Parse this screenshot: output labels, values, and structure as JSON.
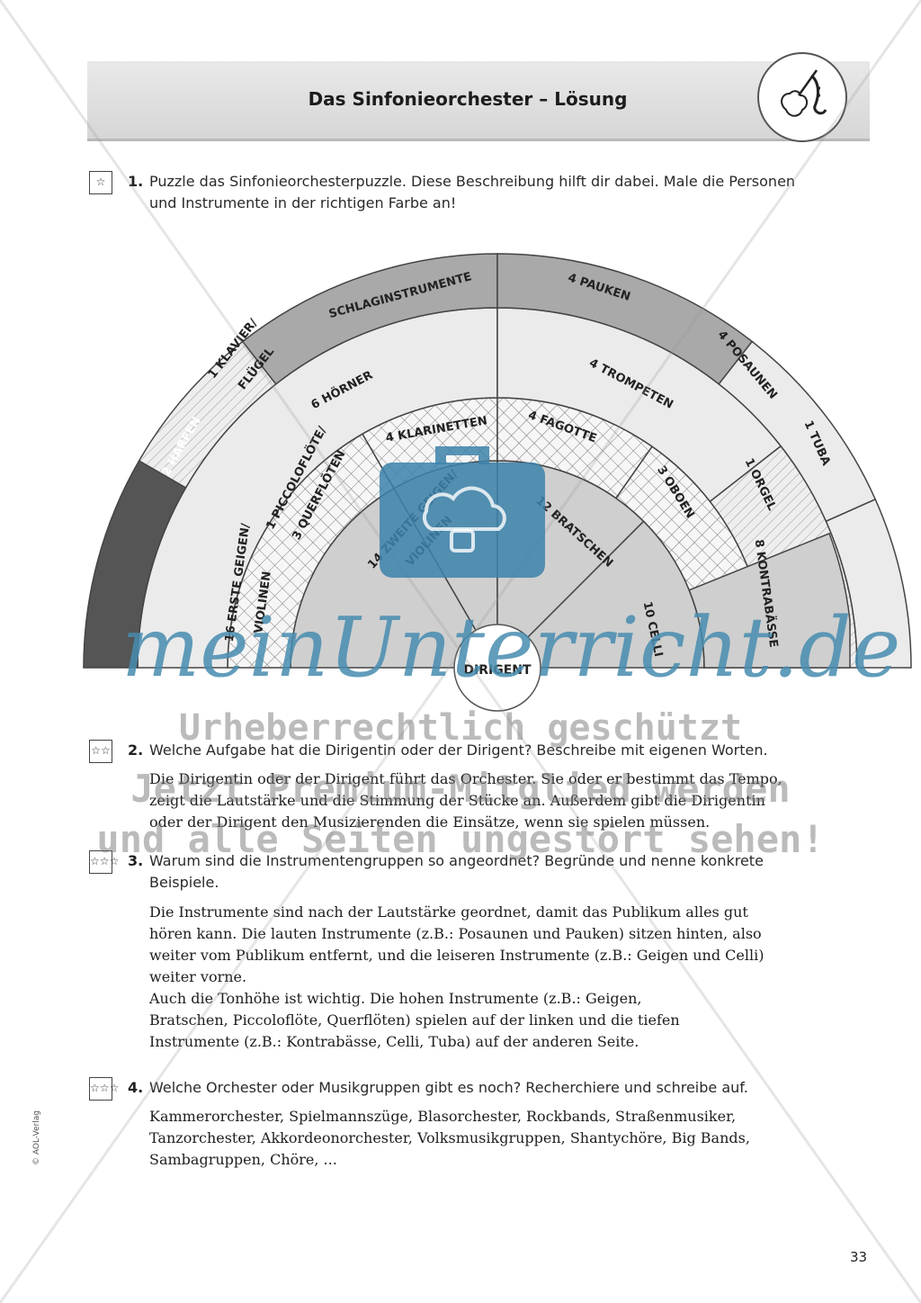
{
  "header": {
    "title": "Das Sinfonieorchester – Lösung",
    "logo_icon": "violin-saxophone-icon"
  },
  "diagram": {
    "segments": [
      "2 HARFEN",
      "1 KLAVIER/",
      "FLÜGEL",
      "SCHLAGINSTRUMENTE",
      "4 PAUKEN",
      "4 POSAUNEN",
      "1 TUBA",
      "6 HÖRNER",
      "4 TROMPETEN",
      "1 ORGEL",
      "1 PICCOLOFLÖTE/",
      "3 QUERFLÖTEN",
      "4 KLARINETTEN",
      "4 FAGOTTE",
      "3 OBOEN",
      "16 ERSTE GEIGEN/",
      "VIOLINEN",
      "14 ZWEITE GEIGEN/",
      "VIOLINEN",
      "12 BRATSCHEN",
      "10 CELLI",
      "8 KONTRABÄSSE",
      "DIRIGENT"
    ]
  },
  "tasks": [
    {
      "number": "1.",
      "icon": "one-star-icon",
      "icon_glyph": "☆",
      "question": [
        "Puzzle das Sinfonieorchesterpuzzle. Diese Beschreibung hilft dir dabei. Male die Personen",
        "und Instrumente in der richtigen Farbe an!"
      ],
      "answer": []
    },
    {
      "number": "2.",
      "icon": "two-stars-icon",
      "icon_glyph": "☆☆",
      "question": [
        "Welche Aufgabe hat die Dirigentin oder der Dirigent? Beschreibe mit eigenen Worten."
      ],
      "answer": [
        "Die Dirigentin oder der Dirigent führt das Orchester. Sie oder er bestimmt das Tempo,",
        "zeigt die Lautstärke und die Stimmung der Stücke an. Außerdem gibt die Dirigentin",
        "oder der Dirigent den Musizierenden die Einsätze, wenn sie spielen müssen."
      ]
    },
    {
      "number": "3.",
      "icon": "three-stars-icon",
      "icon_glyph": "☆☆☆",
      "question": [
        "Warum sind die Instrumentengruppen so angeordnet? Begründe und nenne konkrete",
        "Beispiele."
      ],
      "answer": [
        "Die Instrumente sind nach der Lautstärke geordnet, damit das Publikum alles gut",
        "hören kann. Die lauten Instrumente (z.B.: Posaunen und Pauken) sitzen hinten, also",
        "weiter vom Publikum entfernt, und die leiseren Instrumente (z.B.: Geigen und Celli)",
        "weiter vorne.",
        "Auch die Tonhöhe ist wichtig. Die hohen Instrumente (z.B.: Geigen,",
        "Bratschen, Piccoloflöte, Querflöten) spielen auf der linken und die tiefen",
        "Instrumente (z.B.: Kontrabässe, Celli, Tuba) auf der anderen Seite."
      ]
    },
    {
      "number": "4.",
      "icon": "three-stars-icon",
      "icon_glyph": "☆☆☆",
      "question": [
        "Welche Orchester oder Musikgruppen gibt es noch? Recherchiere und schreibe auf."
      ],
      "answer": [
        "Kammerorchester, Spielmannszüge, Blasorchester, Rockbands, Straßenmusiker,",
        "Tanzorchester, Akkordeonorchester, Volksmusikgruppen, Shantychöre, Big Bands,",
        "Sambagruppen, Chöre, ..."
      ]
    }
  ],
  "watermark": {
    "brand": "meinUnterricht.de",
    "line1": "Urheberrechtlich geschützt",
    "line2": "Jetzt Premium-Mitglied werden",
    "line3": "und alle Seiten ungestört sehen!",
    "icon": "briefcase-cloud-icon"
  },
  "footer": {
    "publisher": "© AOL-Verlag",
    "page_number": "33"
  }
}
